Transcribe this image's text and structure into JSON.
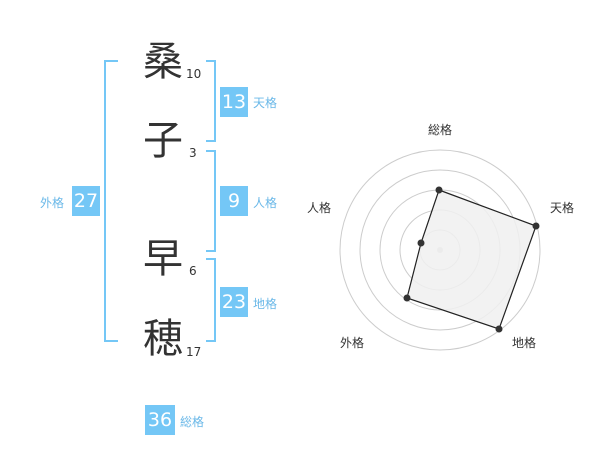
{
  "name": {
    "characters": [
      {
        "char": "桑",
        "strokes": "10"
      },
      {
        "char": "子",
        "strokes": "3"
      },
      {
        "char": "早",
        "strokes": "6"
      },
      {
        "char": "穂",
        "strokes": "17"
      }
    ]
  },
  "fortunes": {
    "tenkaku": {
      "value": "13",
      "label": "天格"
    },
    "jinkaku": {
      "value": "9",
      "label": "人格"
    },
    "chikaku": {
      "value": "23",
      "label": "地格"
    },
    "gaikaku": {
      "value": "27",
      "label": "外格"
    },
    "soukaku": {
      "value": "36",
      "label": "総格"
    }
  },
  "radar": {
    "labels": {
      "top": "総格",
      "right": "天格",
      "left": "人格",
      "bottom_left": "外格",
      "bottom_right": "地格"
    },
    "colors": {
      "bracket": "#74c7f6",
      "polygon_fill": "#f0f0f0",
      "polygon_stroke": "#222222",
      "grid": "#cccccc"
    }
  }
}
